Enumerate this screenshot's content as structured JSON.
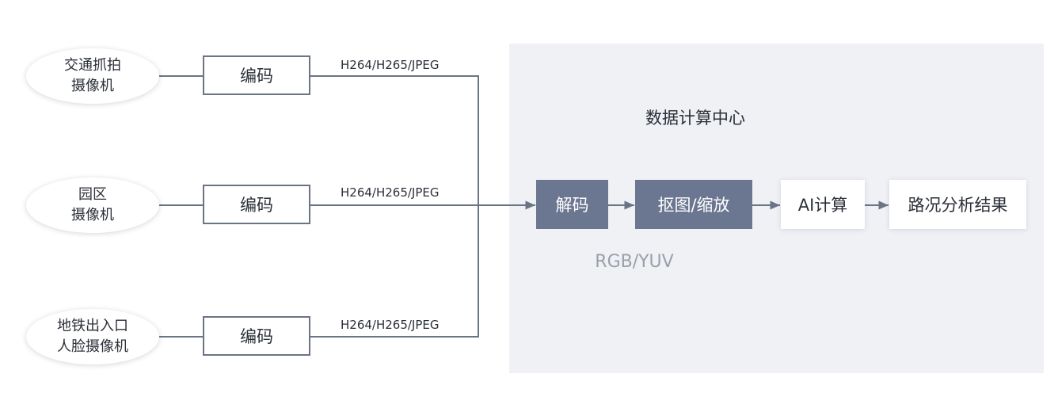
{
  "diagram": {
    "center": {
      "title": "数据计算中心",
      "color_space_label": "RGB/YUV"
    },
    "sources": [
      {
        "lines": [
          "交通抓拍",
          "摄像机"
        ],
        "encoder_label": "编码",
        "format_label": "H264/H265/JPEG"
      },
      {
        "lines": [
          "园区",
          "摄像机"
        ],
        "encoder_label": "编码",
        "format_label": "H264/H265/JPEG"
      },
      {
        "lines": [
          "地铁出入口",
          "人脸摄像机"
        ],
        "encoder_label": "编码",
        "format_label": "H264/H265/JPEG"
      }
    ],
    "pipeline": [
      {
        "label": "解码",
        "style": "dark"
      },
      {
        "label": "抠图/缩放",
        "style": "dark"
      },
      {
        "label": "AI计算",
        "style": "light"
      },
      {
        "label": "路况分析结果",
        "style": "light"
      }
    ]
  },
  "colors": {
    "line": "#6b7485",
    "stage_dark": "#6b7690",
    "panel_background": "#eff1f5"
  }
}
